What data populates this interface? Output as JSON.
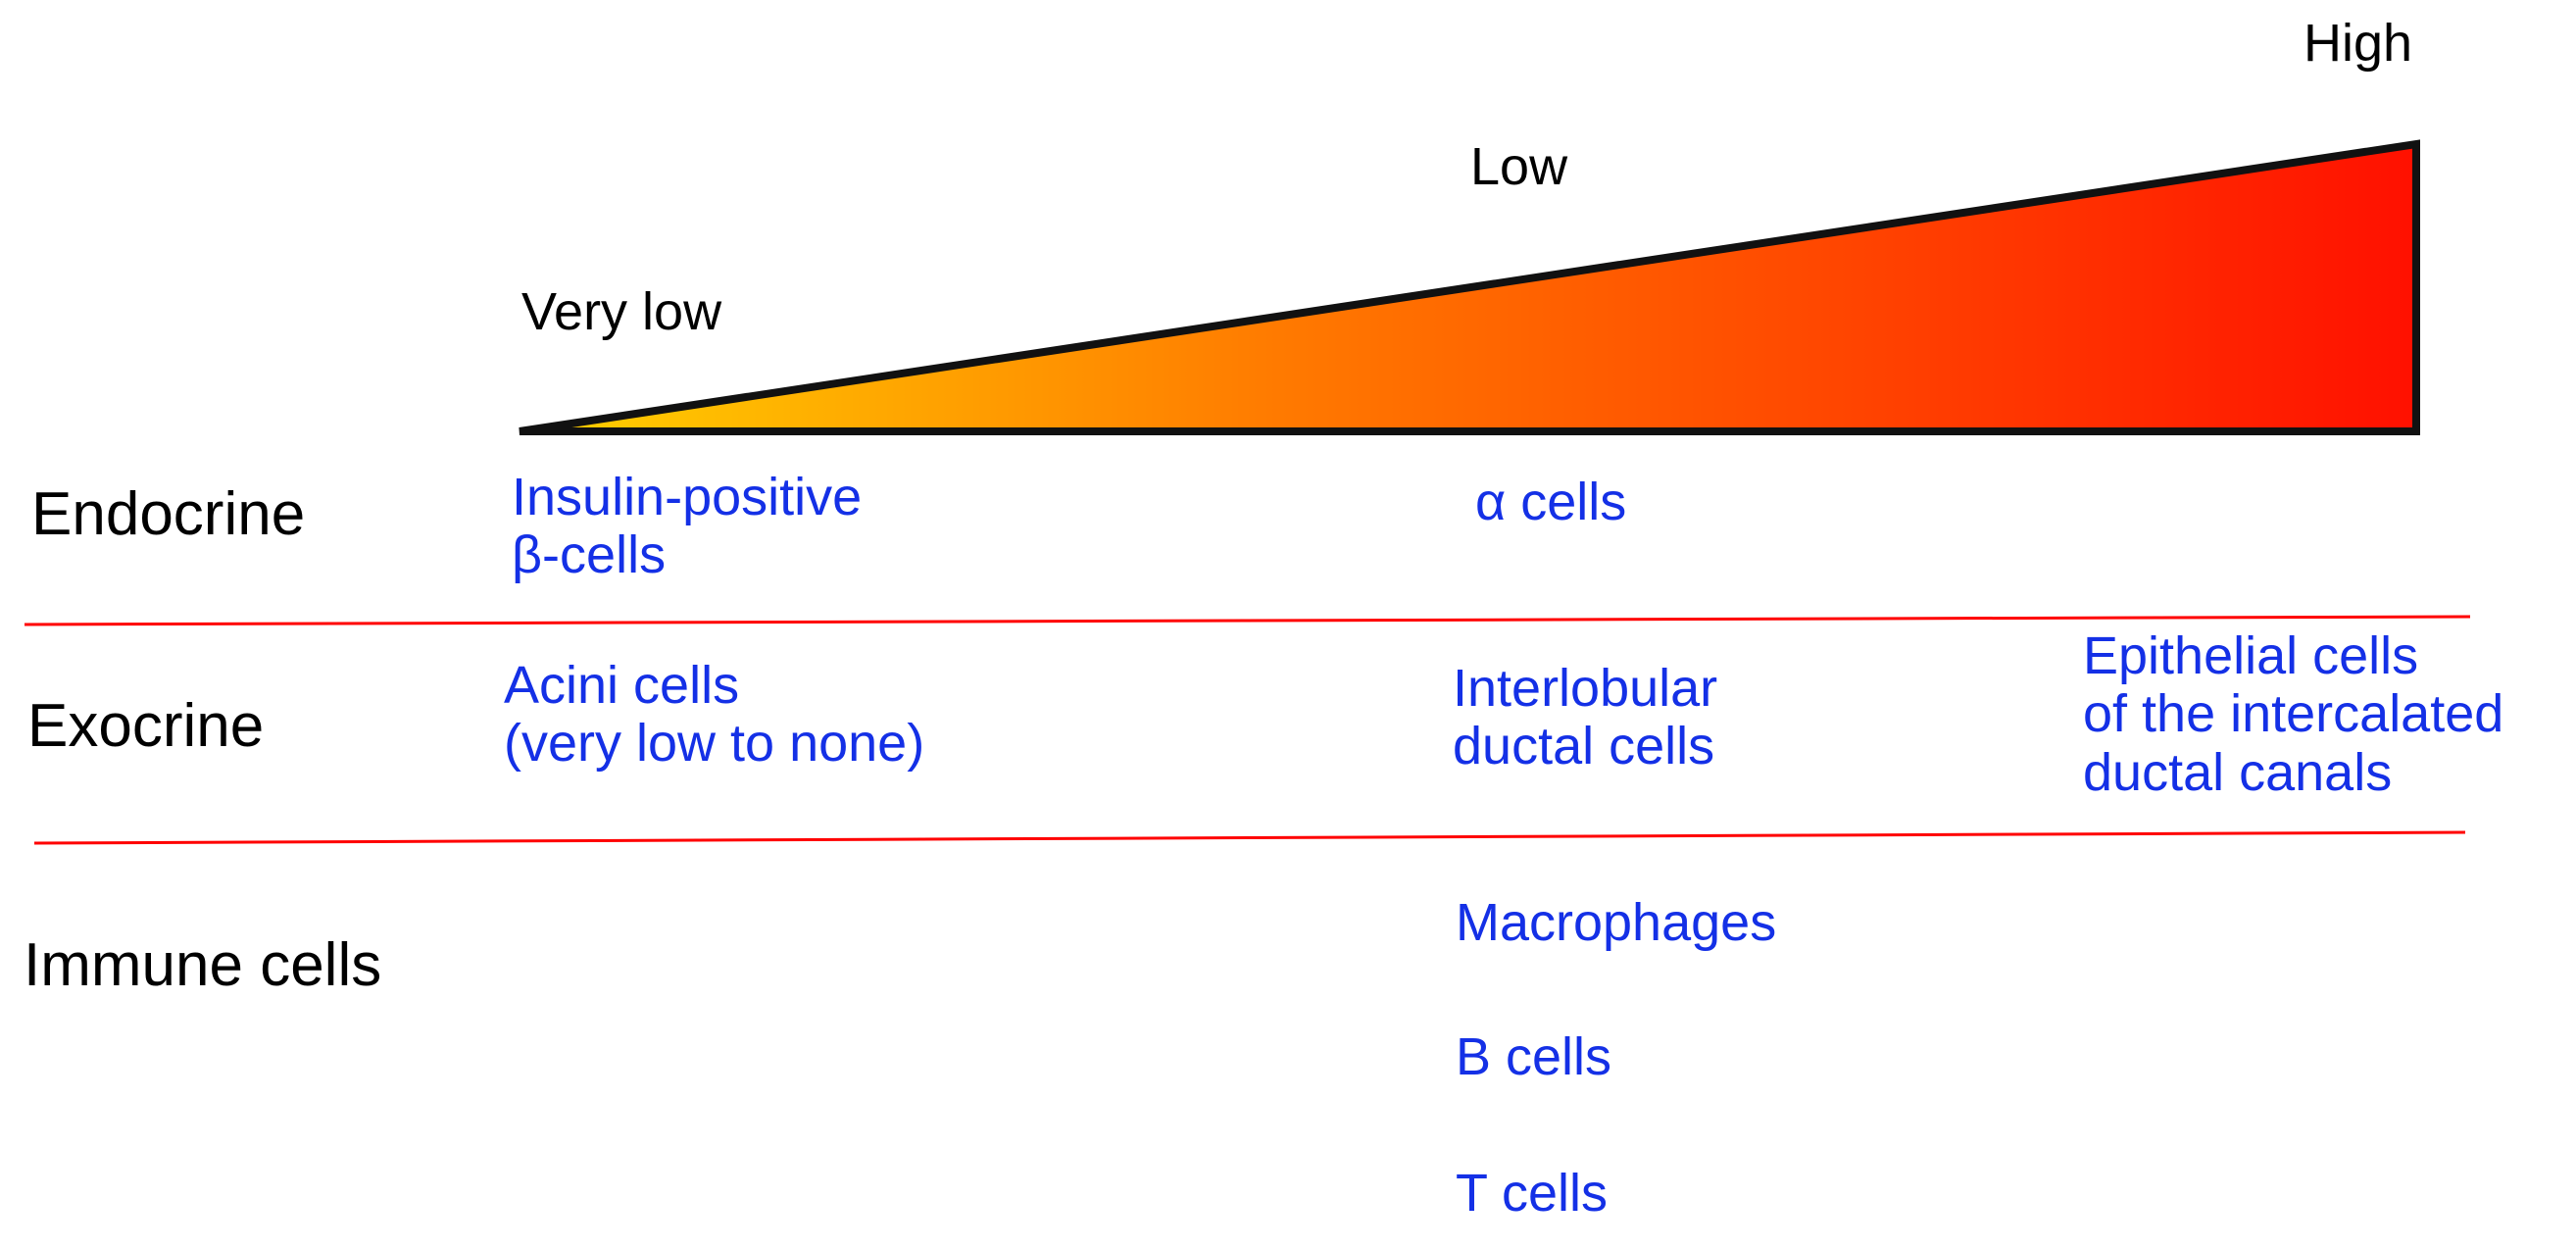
{
  "colors": {
    "gradient_start": "#ffd200",
    "gradient_mid": "#ff7a00",
    "gradient_end": "#ff1000",
    "divider": "#ff0000",
    "cell_text": "#1430e6",
    "label_text": "#000000"
  },
  "levels": {
    "very_low": "Very low",
    "low": "Low",
    "high": "High"
  },
  "rows": {
    "endocrine": {
      "label": "Endocrine",
      "very_low": [
        "Insulin-positive",
        "β-cells"
      ],
      "low": [
        "α cells"
      ],
      "high": []
    },
    "exocrine": {
      "label": "Exocrine",
      "very_low": [
        "Acini cells",
        "(very low to none)"
      ],
      "low": [
        "Interlobular",
        "ductal cells"
      ],
      "high": [
        "Epithelial cells",
        "of the intercalated",
        "ductal canals"
      ]
    },
    "immune": {
      "label": "Immune cells",
      "low": [
        "Macrophages",
        "B cells",
        "T cells"
      ]
    }
  }
}
